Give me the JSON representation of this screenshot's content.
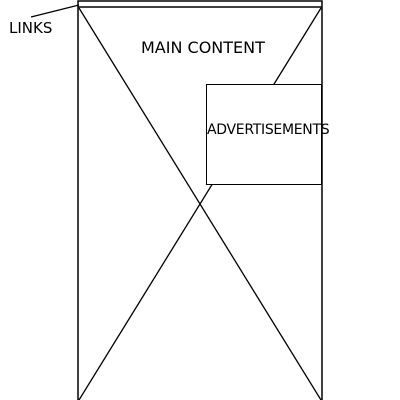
{
  "wireframe": {
    "links_label": "LINKS",
    "main_content_label": "MAIN CONTENT",
    "ads_label": "ADVERTISEMENTS"
  }
}
